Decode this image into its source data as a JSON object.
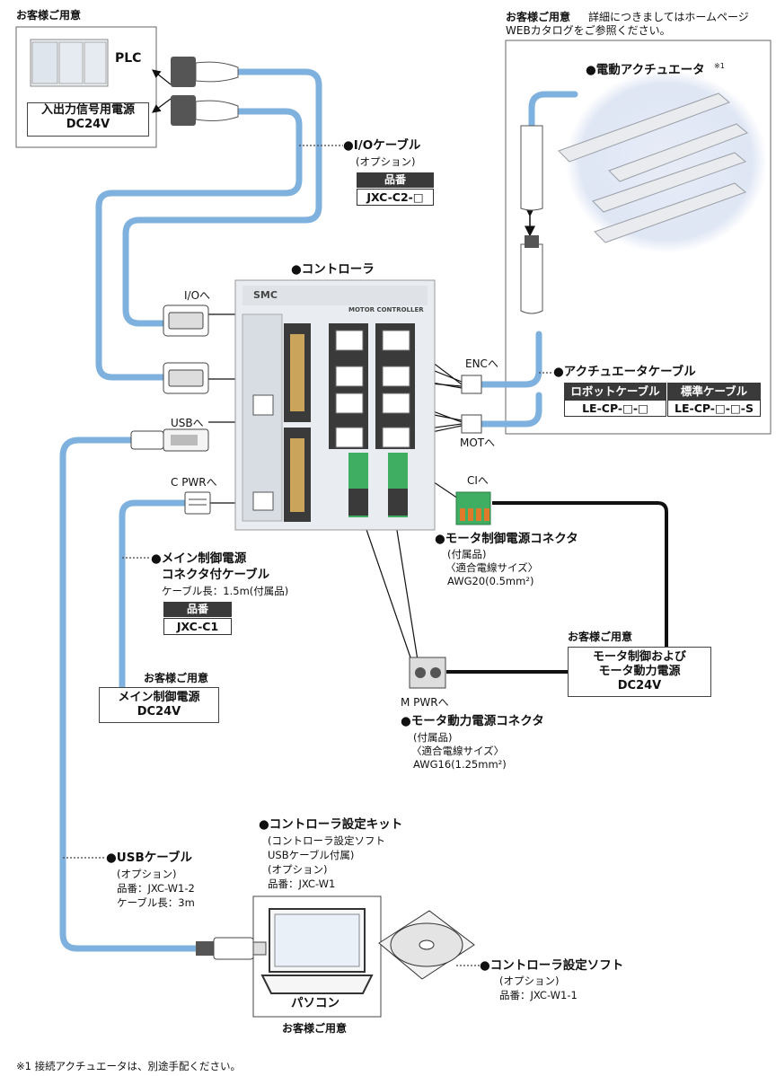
{
  "customer_prep": "お客様ご用意",
  "web_note": "詳細につきましてはホームページ",
  "web_note2": "WEBカタログをご参照ください。",
  "plc": {
    "label": "PLC",
    "power_line1": "入出力信号用電源",
    "power_line2": "DC24V"
  },
  "io_cable": {
    "title": "●I/Oケーブル",
    "option": "(オプション)",
    "part_header": "品番",
    "part_no": "JXC-C2-□"
  },
  "actuator": {
    "title": "●電動アクチュエータ",
    "note_mark": "※1"
  },
  "controller": {
    "title": "●コントローラ",
    "brand": "SMC",
    "model": "MOTOR CONTROLLER"
  },
  "ports": {
    "io": "I/Oへ",
    "usb": "USBへ",
    "cpwr": "C PWRへ",
    "enc": "ENCへ",
    "mot": "MOTへ",
    "ci": "CIへ",
    "mpwr": "M PWRへ"
  },
  "actuator_cable": {
    "title": "●アクチュエータケーブル",
    "col1": "ロボットケーブル",
    "col2": "標準ケーブル",
    "val1": "LE-CP-□-□",
    "val2": "LE-CP-□-□-S"
  },
  "main_power_cable": {
    "title1": "●メイン制御電源",
    "title2": "コネクタ付ケーブル",
    "length": "ケーブル長：1.5m(付属品)",
    "part_header": "品番",
    "part_no": "JXC-C1"
  },
  "main_power": {
    "line1": "メイン制御電源",
    "line2": "DC24V"
  },
  "motor_ctrl_connector": {
    "title": "●モータ制御電源コネクタ",
    "l1": "(付属品)",
    "l2": "〈適合電線サイズ〉",
    "l3": "AWG20(0.5mm²)"
  },
  "motor_power_supply": {
    "line1": "モータ制御および",
    "line2": "モータ動力電源",
    "line3": "DC24V"
  },
  "motor_drive_connector": {
    "title": "●モータ動力電源コネクタ",
    "l1": "(付属品)",
    "l2": "〈適合電線サイズ〉",
    "l3": "AWG16(1.25mm²)"
  },
  "setting_kit": {
    "title": "●コントローラ設定キット",
    "l1": "(コントローラ設定ソフト",
    "l2": "USBケーブル付属)",
    "l3": "(オプション)",
    "l4": "品番：JXC-W1"
  },
  "usb_cable": {
    "title": "●USBケーブル",
    "l1": "(オプション)",
    "l2": "品番：JXC-W1-2",
    "l3": "ケーブル長：3m"
  },
  "pc": {
    "label": "パソコン"
  },
  "software": {
    "title": "●コントローラ設定ソフト",
    "l1": "(オプション)",
    "l2": "品番：JXC-W1-1"
  },
  "footnote": "※1 接続アクチュエータは、別途手配ください。",
  "colors": {
    "cable": "#7fb1de",
    "dark": "#3a3a3a",
    "connector_green": "#3fae62",
    "halo": "#dde4f3"
  }
}
